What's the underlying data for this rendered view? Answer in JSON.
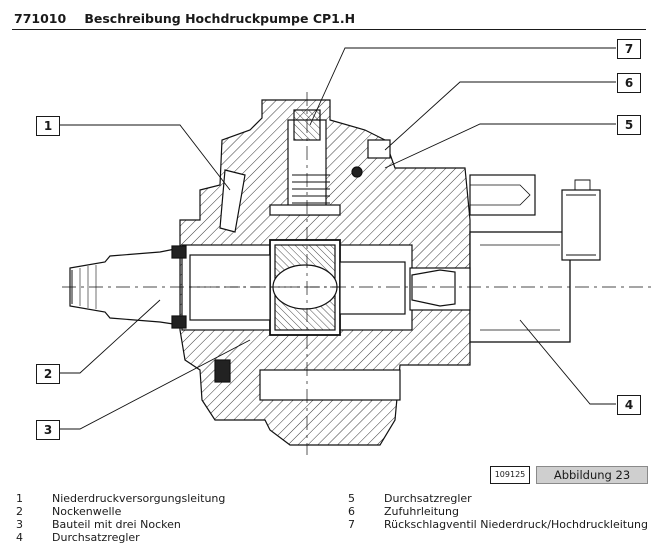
{
  "header": {
    "code": "771010",
    "title": "Beschreibung Hochdruckpumpe CP1.H"
  },
  "callouts": [
    "7",
    "6",
    "1",
    "5",
    "2",
    "4",
    "3"
  ],
  "figure": {
    "ref": "109125",
    "label": "Abbildung 23"
  },
  "legend": {
    "left": [
      {
        "num": "1",
        "text": "Niederdruckversorgungsleitung"
      },
      {
        "num": "2",
        "text": "Nockenwelle"
      },
      {
        "num": "3",
        "text": "Bauteil mit drei Nocken"
      },
      {
        "num": "4",
        "text": "Durchsatzregler"
      }
    ],
    "right": [
      {
        "num": "5",
        "text": "Durchsatzregler"
      },
      {
        "num": "6",
        "text": "Zufuhrleitung"
      },
      {
        "num": "7",
        "text": "Rückschlagventil Niederdruck/Hochdruckleitung"
      }
    ]
  }
}
